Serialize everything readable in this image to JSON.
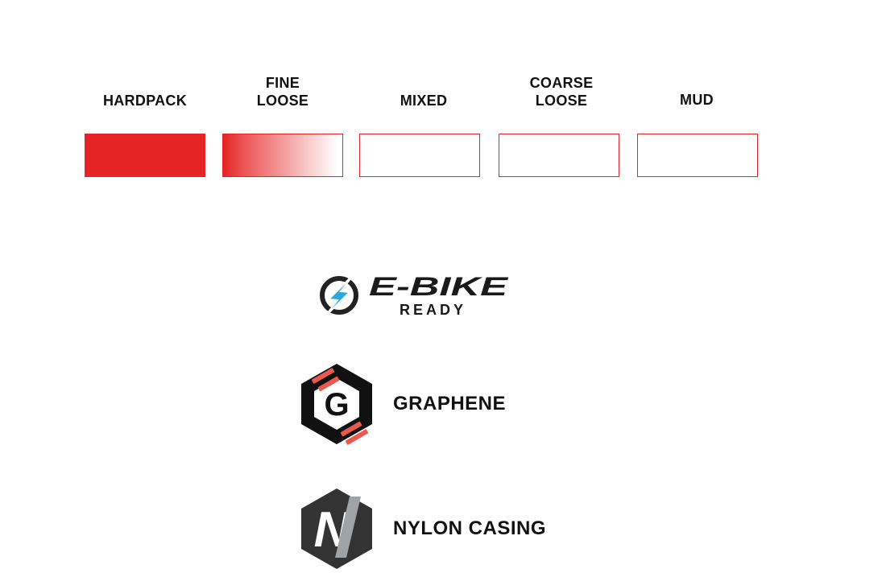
{
  "terrain": {
    "accent_color": "#e52425",
    "items": [
      {
        "lines": [
          "HARDPACK"
        ],
        "level": 1.0
      },
      {
        "lines": [
          "FINE",
          "LOOSE"
        ],
        "level": 0.6
      },
      {
        "lines": [
          "MIXED"
        ],
        "level": 0
      },
      {
        "lines": [
          "COARSE",
          "LOOSE"
        ],
        "level": 0
      },
      {
        "lines": [
          "MUD"
        ],
        "level": 0
      }
    ]
  },
  "badges": {
    "ebike": {
      "line1": "E-BIKE",
      "line2": "READY",
      "bolt_color": "#29a9e1"
    },
    "graphene": {
      "letter": "G",
      "label": "GRAPHENE",
      "accent_color": "#e85a4f"
    },
    "nylon": {
      "letter": "N",
      "label": "NYLON CASING",
      "accent_color": "#9ea3a6"
    }
  }
}
